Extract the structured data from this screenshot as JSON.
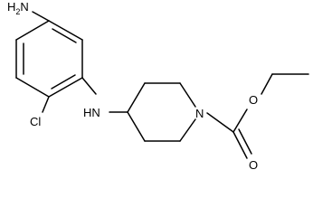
{
  "molecule": {
    "atoms": {
      "amine_top": {
        "symbol": "NH2",
        "label": "H",
        "sub": "2",
        "suffix": "N"
      },
      "chlorine": {
        "symbol": "Cl",
        "label": "Cl"
      },
      "nh_link": {
        "symbol": "NH",
        "label": "HN"
      },
      "ring_n": {
        "symbol": "N",
        "label": "N"
      },
      "ester_o": {
        "symbol": "O",
        "label": "O"
      },
      "carbonyl_o": {
        "symbol": "O",
        "label": "O"
      }
    },
    "colors": {
      "bond": "#000000",
      "text": "#000000",
      "background": "#ffffff"
    }
  }
}
